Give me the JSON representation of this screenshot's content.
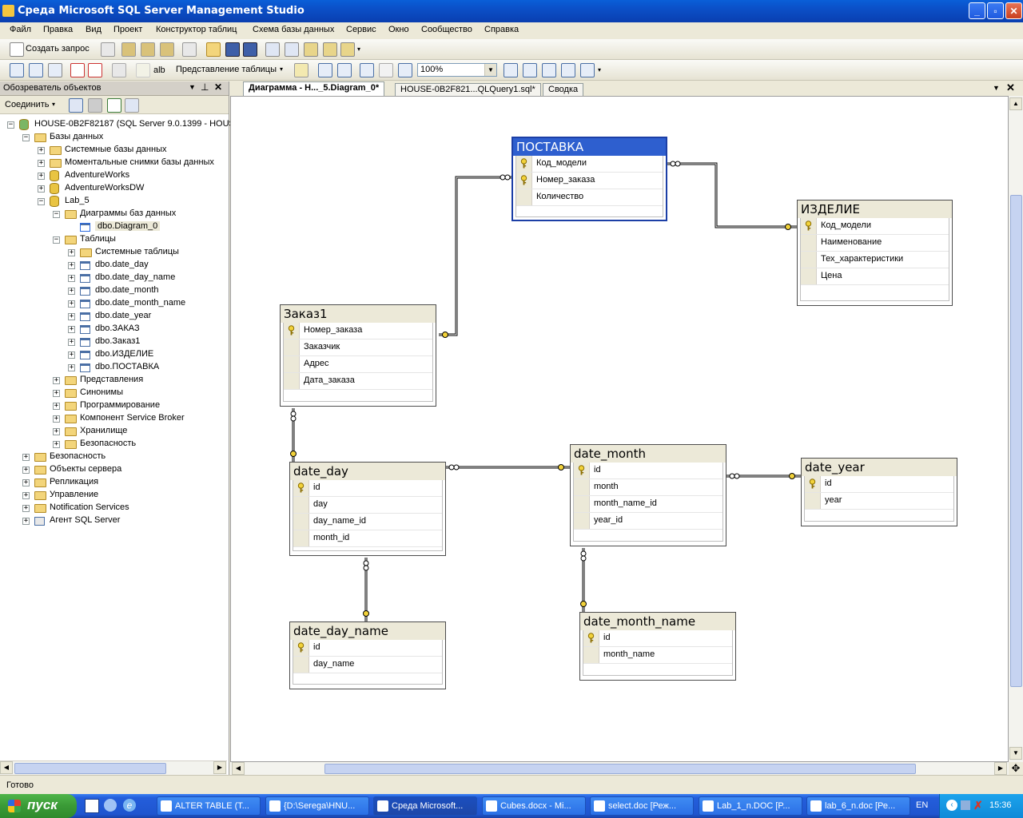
{
  "window": {
    "title": "Среда Microsoft SQL Server Management Studio"
  },
  "menu": [
    "Файл",
    "Правка",
    "Вид",
    "Проект",
    "Конструктор таблиц",
    "Схема базы данных",
    "Сервис",
    "Окно",
    "Сообщество",
    "Справка"
  ],
  "toolbar": {
    "new_query": "Создать запрос",
    "table_view": "Представление таблицы",
    "zoom": "100%"
  },
  "object_explorer": {
    "title": "Обозреватель объектов",
    "connect": "Соединить",
    "nodes": [
      {
        "label": "HOUSE-0B2F82187 (SQL Server 9.0.1399 - HOUS",
        "type": "server",
        "level": 0,
        "expander": "−"
      },
      {
        "label": "Базы данных",
        "type": "folder",
        "level": 1,
        "expander": "−"
      },
      {
        "label": "Системные базы данных",
        "type": "folder",
        "level": 2,
        "expander": "+"
      },
      {
        "label": "Моментальные снимки базы данных",
        "type": "folder",
        "level": 2,
        "expander": "+"
      },
      {
        "label": "AdventureWorks",
        "type": "db",
        "level": 2,
        "expander": "+"
      },
      {
        "label": "AdventureWorksDW",
        "type": "db",
        "level": 2,
        "expander": "+"
      },
      {
        "label": "Lab_5",
        "type": "db",
        "level": 2,
        "expander": "−"
      },
      {
        "label": "Диаграммы баз данных",
        "type": "folder",
        "level": 3,
        "expander": "−"
      },
      {
        "label": "dbo.Diagram_0",
        "type": "diagram",
        "level": 4,
        "expander": ""
      },
      {
        "label": "Таблицы",
        "type": "folder",
        "level": 3,
        "expander": "−"
      },
      {
        "label": "Системные таблицы",
        "type": "folder",
        "level": 4,
        "expander": "+"
      },
      {
        "label": "dbo.date_day",
        "type": "table",
        "level": 4,
        "expander": "+"
      },
      {
        "label": "dbo.date_day_name",
        "type": "table",
        "level": 4,
        "expander": "+"
      },
      {
        "label": "dbo.date_month",
        "type": "table",
        "level": 4,
        "expander": "+"
      },
      {
        "label": "dbo.date_month_name",
        "type": "table",
        "level": 4,
        "expander": "+"
      },
      {
        "label": "dbo.date_year",
        "type": "table",
        "level": 4,
        "expander": "+"
      },
      {
        "label": "dbo.ЗАКАЗ",
        "type": "table",
        "level": 4,
        "expander": "+"
      },
      {
        "label": "dbo.Заказ1",
        "type": "table",
        "level": 4,
        "expander": "+"
      },
      {
        "label": "dbo.ИЗДЕЛИЕ",
        "type": "table",
        "level": 4,
        "expander": "+"
      },
      {
        "label": "dbo.ПОСТАВКА",
        "type": "table",
        "level": 4,
        "expander": "+"
      },
      {
        "label": "Представления",
        "type": "folder",
        "level": 3,
        "expander": "+"
      },
      {
        "label": "Синонимы",
        "type": "folder",
        "level": 3,
        "expander": "+"
      },
      {
        "label": "Программирование",
        "type": "folder",
        "level": 3,
        "expander": "+"
      },
      {
        "label": "Компонент Service Broker",
        "type": "folder",
        "level": 3,
        "expander": "+"
      },
      {
        "label": "Хранилище",
        "type": "folder",
        "level": 3,
        "expander": "+"
      },
      {
        "label": "Безопасность",
        "type": "folder",
        "level": 3,
        "expander": "+"
      },
      {
        "label": "Безопасность",
        "type": "folder",
        "level": 1,
        "expander": "+"
      },
      {
        "label": "Объекты сервера",
        "type": "folder",
        "level": 1,
        "expander": "+"
      },
      {
        "label": "Репликация",
        "type": "folder",
        "level": 1,
        "expander": "+"
      },
      {
        "label": "Управление",
        "type": "folder",
        "level": 1,
        "expander": "+"
      },
      {
        "label": "Notification Services",
        "type": "folder",
        "level": 1,
        "expander": "+"
      },
      {
        "label": "Агент SQL Server",
        "type": "agent",
        "level": 1,
        "expander": "+"
      }
    ]
  },
  "tabs": [
    {
      "label": "Диаграмма - H..._5.Diagram_0*",
      "active": true
    },
    {
      "label": "HOUSE-0B2F821...QLQuery1.sql*",
      "active": false
    },
    {
      "label": "Сводка",
      "active": false
    }
  ],
  "diagram": {
    "tables": [
      {
        "id": "postavka",
        "name": "ПОСТАВКА",
        "selected": true,
        "columns": [
          {
            "name": "Код_модели",
            "pk": true
          },
          {
            "name": "Номер_заказа",
            "pk": true
          },
          {
            "name": "Количество",
            "pk": false
          }
        ]
      },
      {
        "id": "izdelie",
        "name": "ИЗДЕЛИЕ",
        "selected": false,
        "columns": [
          {
            "name": "Код_модели",
            "pk": true
          },
          {
            "name": "Наименование",
            "pk": false
          },
          {
            "name": "Тех_характеристики",
            "pk": false
          },
          {
            "name": "Цена",
            "pk": false
          }
        ]
      },
      {
        "id": "zakaz1",
        "name": "Заказ1",
        "selected": false,
        "columns": [
          {
            "name": "Номер_заказа",
            "pk": true
          },
          {
            "name": "Заказчик",
            "pk": false
          },
          {
            "name": "Адрес",
            "pk": false
          },
          {
            "name": "Дата_заказа",
            "pk": false
          }
        ]
      },
      {
        "id": "date_day",
        "name": "date_day",
        "selected": false,
        "columns": [
          {
            "name": "id",
            "pk": true
          },
          {
            "name": "day",
            "pk": false
          },
          {
            "name": "day_name_id",
            "pk": false
          },
          {
            "name": "month_id",
            "pk": false
          }
        ]
      },
      {
        "id": "date_month",
        "name": "date_month",
        "selected": false,
        "columns": [
          {
            "name": "id",
            "pk": true
          },
          {
            "name": "month",
            "pk": false
          },
          {
            "name": "month_name_id",
            "pk": false
          },
          {
            "name": "year_id",
            "pk": false
          }
        ]
      },
      {
        "id": "date_year",
        "name": "date_year",
        "selected": false,
        "columns": [
          {
            "name": "id",
            "pk": true
          },
          {
            "name": "year",
            "pk": false
          }
        ]
      },
      {
        "id": "date_day_name",
        "name": "date_day_name",
        "selected": false,
        "columns": [
          {
            "name": "id",
            "pk": true
          },
          {
            "name": "day_name",
            "pk": false
          }
        ]
      },
      {
        "id": "date_month_name",
        "name": "date_month_name",
        "selected": false,
        "columns": [
          {
            "name": "id",
            "pk": true
          },
          {
            "name": "month_name",
            "pk": false
          }
        ]
      }
    ]
  },
  "status": {
    "text": "Готово"
  },
  "taskbar": {
    "start": "пуск",
    "items": [
      {
        "label": "ALTER TABLE (T...",
        "active": false
      },
      {
        "label": "{D:\\Serega\\HNU...",
        "active": false
      },
      {
        "label": "Среда Microsoft...",
        "active": true
      },
      {
        "label": "Cubes.docx - Mi...",
        "active": false
      },
      {
        "label": "select.doc [Реж...",
        "active": false
      },
      {
        "label": "Lab_1_n.DOC [P...",
        "active": false
      },
      {
        "label": "lab_6_n.doc [Ре...",
        "active": false
      }
    ],
    "lang": "EN",
    "clock": "15:36"
  },
  "colors": {
    "title_bar": "#0b4fc7",
    "selected_table": "#2e5fcf",
    "taskbar": "#245edb",
    "start": "#3a9a36"
  }
}
